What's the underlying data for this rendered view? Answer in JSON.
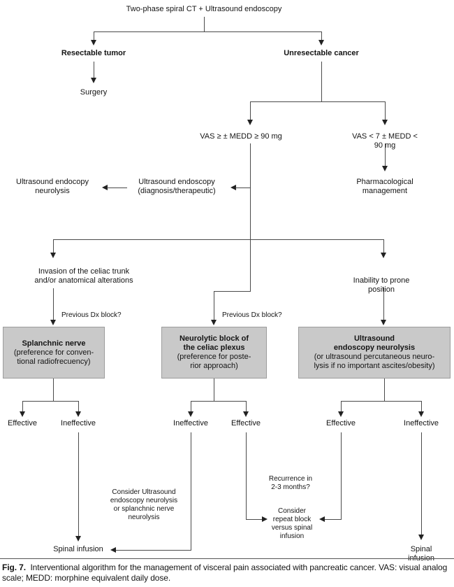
{
  "colors": {
    "background": "#ffffff",
    "box_fill": "#c9c9c9",
    "box_border": "#9c9c9c",
    "line": "#4a4a4a",
    "text": "#141414"
  },
  "flow": {
    "title": "Two-phase spiral CT + Ultrasound endoscopy",
    "resectable": "Resectable tumor",
    "surgery": "Surgery",
    "unresectable": "Unresectable cancer",
    "vas_high": "VAS ≥ ± MEDD ≥ 90 mg",
    "vas_low": "VAS < 7 ± MEDD < 90 mg",
    "pharmacological": "Pharmacological\nmanagement",
    "us_endoscopy_diag": "Ultrasound endoscopy\n(diagnosis/therapeutic)",
    "us_endocopy_neurolysis": "Ultrasound endocopy\nneurolysis",
    "invasion": "Invasion of the celiac trunk\nand/or anatomical alterations",
    "inability": "Inability to prone position",
    "previous_dx_block": "Previous Dx block?",
    "effective": "Effective",
    "ineffective": "Ineffective",
    "consider_us": "Consider Ultrasound\nendoscopy neurolysis\nor splanchnic nerve\nneurolysis",
    "recurrence": "Recurrence in\n2-3 months?",
    "consider_repeat": "Consider\nrepeat block\nversus spinal\ninfusion",
    "spinal_infusion": "Spinal infusion"
  },
  "boxes": {
    "splanchnic": {
      "title": "Splanchnic nerve",
      "sub": "(preference for conven-\ntional radiofrecuency)"
    },
    "neurolytic": {
      "title": "Neurolytic block of\nthe celiac plexus",
      "sub": "(preference for poste-\nrior approach)"
    },
    "us_neurolysis": {
      "title": "Ultrasound\nendoscopy neurolysis",
      "sub": "(or ultrasound percutaneous neuro-\nlysis if no important ascites/obesity)"
    }
  },
  "caption": {
    "label": "Fig. 7.",
    "text": "  Interventional algorithm for the management of visceral pain associated with pancreatic cancer. VAS: visual analog\nscale; MEDD: morphine equivalent daily dose."
  }
}
